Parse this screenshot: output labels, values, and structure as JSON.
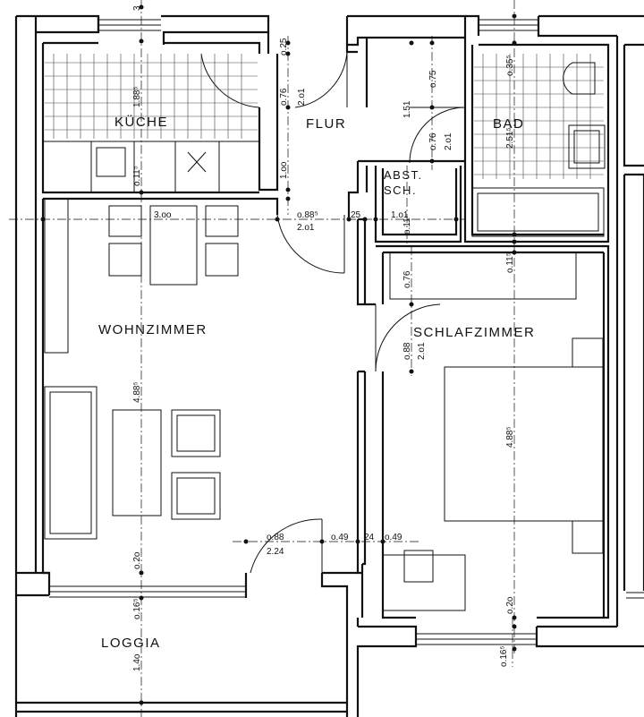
{
  "rooms": {
    "kueche": "KÜCHE",
    "flur": "FLUR",
    "bad": "BAD",
    "abst_line1": "ABST.",
    "abst_line2": "SCH.",
    "wohnzimmer": "WOHNZIMMER",
    "schlafzimmer": "SCHLAFZIMMER",
    "loggia": "LOGGIA"
  },
  "dimensions": {
    "d_top_3": "3",
    "d_kueche_185": "1.88⁵",
    "d_kueche_115": "o.11⁵",
    "d_flur_25": "o.25",
    "d_flur_76": "o.76",
    "d_flur_201": "2.o1",
    "d_flur_151": "1.51",
    "d_flur_100": "1.oo",
    "d_door_075": "o.75",
    "d_door_076": "o.76",
    "d_door_201b": "2.o1",
    "d_bad_035": "o.35⁵",
    "d_bad_251": "2.51⁵",
    "d_300": "3.oo",
    "d_0885": "o.88⁵",
    "d_201c": "2.o1",
    "d_25b": "25",
    "d_101": "1.o1",
    "d_011": "o.11",
    "d_076b": "o.76",
    "d_0115": "o.11⁵",
    "d_0886": "o.88",
    "d_201d": "2.o1",
    "d_wohn_4885": "4.88⁵",
    "d_schlaf_4885": "4.88⁵",
    "d_0888": "o.88",
    "d_224": "2.24",
    "d_049a": "o.49",
    "d_24": "24",
    "d_049b": "o.49",
    "d_020a": "o.2o",
    "d_0165a": "o.16⁵",
    "d_140": "1.4o",
    "d_020b": "o.2o",
    "d_0165b": "o.16⁵"
  }
}
